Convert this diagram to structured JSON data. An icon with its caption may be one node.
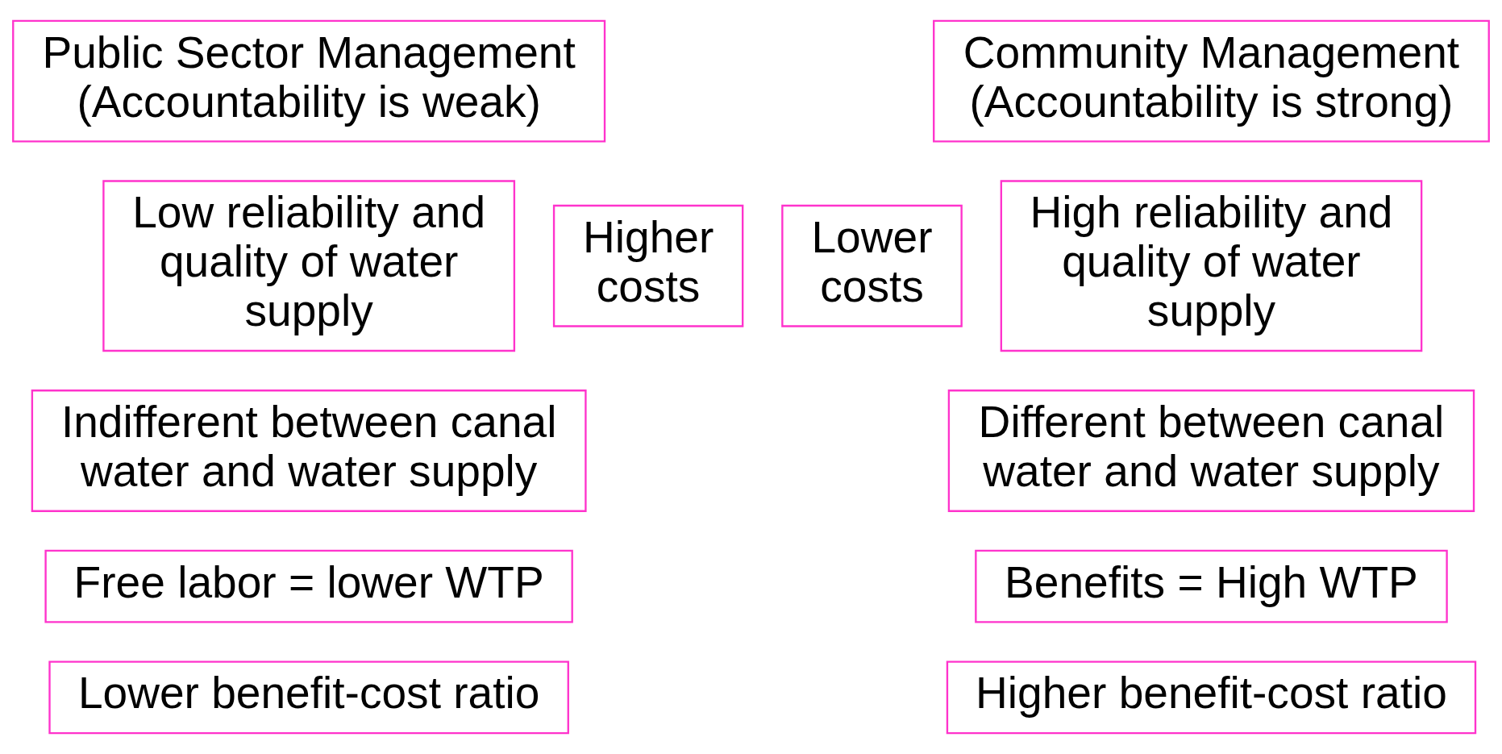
{
  "diagram": {
    "nodes": [
      {
        "text": [
          "Public Sector Management (Accountability is weak)"
        ]
      },
      {
        "text": [
          "Community Management (Accountability is strong)"
        ]
      },
      {
        "text": [
          "Low reliability and quality of water supply"
        ]
      },
      {
        "text": [
          "Higher costs"
        ]
      },
      {
        "text": [
          "Lower costs"
        ]
      },
      {
        "text": [
          "High reliability and quality of water supply"
        ]
      },
      {
        "text": [
          "Indifferent between canal water and water supply"
        ]
      },
      {
        "text": [
          "Different between canal water and water supply"
        ]
      },
      {
        "text": [
          "Free labor = lower WTP"
        ]
      },
      {
        "text": [
          "Benefits = High WTP"
        ]
      },
      {
        "text": [
          "Lower benefit-cost ratio"
        ]
      },
      {
        "text": [
          "Higher benefit-cost ratio"
        ]
      }
    ]
  }
}
